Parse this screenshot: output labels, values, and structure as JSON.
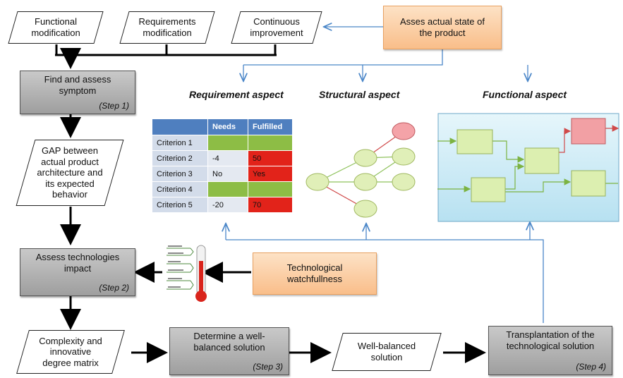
{
  "top_inputs": {
    "functional": "Functional\nmodification",
    "requirements": "Requirements\nmodification",
    "continuous": "Continuous\nimprovement"
  },
  "assess_state": "Asses actual state of\nthe product",
  "steps": {
    "step1": {
      "label": "Find and assess\nsymptom",
      "tag": "(Step 1)"
    },
    "step2": {
      "label": "Assess technologies\nimpact",
      "tag": "(Step 2)"
    },
    "step3": {
      "label": "Determine a well-\nbalanced solution",
      "tag": "(Step 3)"
    },
    "step4": {
      "label": "Transplantation of the\ntechnological solution",
      "tag": "(Step 4)"
    }
  },
  "gap": "GAP between\nactual product\narchitecture and\nits expected\nbehavior",
  "complexity": "Complexity and\ninnovative\ndegree matrix",
  "well_balanced": "Well-balanced\nsolution",
  "watchfulness": "Technological\nwatchfullness",
  "aspects": {
    "requirement": "Requirement aspect",
    "structural": "Structural aspect",
    "functional": "Functional aspect"
  },
  "criteria_table": {
    "headers": [
      "",
      "Needs",
      "Fulfilled"
    ],
    "rows": [
      {
        "name": "Criterion 1",
        "needs": "",
        "fulfilled": "",
        "needs_color": "#8dbd45",
        "ful_color": "#8dbd45"
      },
      {
        "name": "Criterion 2",
        "needs": "-4",
        "fulfilled": "50",
        "needs_color": "#e4e9f1",
        "ful_color": "#e2231a"
      },
      {
        "name": "Criterion 3",
        "needs": "No",
        "fulfilled": "Yes",
        "needs_color": "#e4e9f1",
        "ful_color": "#e2231a"
      },
      {
        "name": "Criterion 4",
        "needs": "",
        "fulfilled": "",
        "needs_color": "#8dbd45",
        "ful_color": "#8dbd45"
      },
      {
        "name": "Criterion 5",
        "needs": "-20",
        "fulfilled": "70",
        "needs_color": "#e4e9f1",
        "ful_color": "#e2231a"
      }
    ]
  },
  "colors": {
    "arrow_black": "#000000",
    "arrow_blue": "#4a86c8",
    "step_fill": "#b3b3b3",
    "orange_fill": "#fbcfa2",
    "node_green": "#e0efb8",
    "node_red": "#f4a3a8",
    "functional_bg": "#c8e8f4"
  }
}
